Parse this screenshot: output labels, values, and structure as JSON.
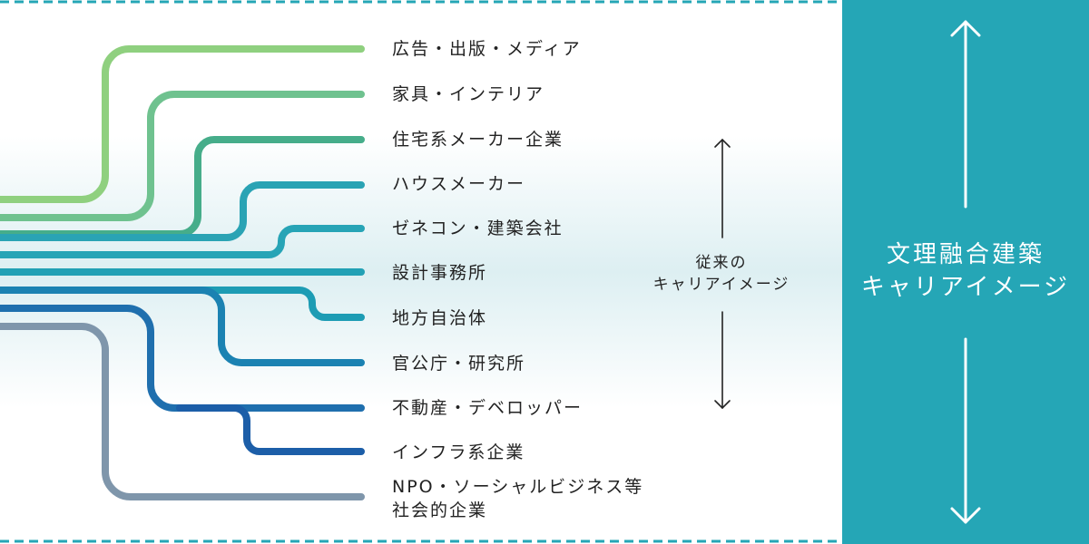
{
  "careers": [
    {
      "label": "広告・出版・メディア",
      "color": "#8fd07f"
    },
    {
      "label": "家具・インテリア",
      "color": "#6fc28f"
    },
    {
      "label": "住宅系メーカー企業",
      "color": "#46ad8a"
    },
    {
      "label": "ハウスメーカー",
      "color": "#2aa3b4"
    },
    {
      "label": "ゼネコン・建築会社",
      "color": "#27a4b6"
    },
    {
      "label": "設計事務所",
      "color": "#22a1b5"
    },
    {
      "label": "地方自治体",
      "color": "#1d9cb4"
    },
    {
      "label": "官公庁・研究所",
      "color": "#1b82b2"
    },
    {
      "label": "不動産・デベロッパー",
      "color": "#1f6fae"
    },
    {
      "label": "インフラ系企業",
      "color": "#1c5ea8"
    },
    {
      "label_line1": "NPO・ソーシャルビジネス等",
      "label_line2": "社会的企業",
      "color": "#7f96ab"
    }
  ],
  "middle": {
    "caption_line1": "従来の",
    "caption_line2": "キャリアイメージ"
  },
  "right_panel": {
    "caption_line1": "文理融合建築",
    "caption_line2": "キャリアイメージ",
    "background": "#25a6b6"
  },
  "border_color": "#25a6b6"
}
